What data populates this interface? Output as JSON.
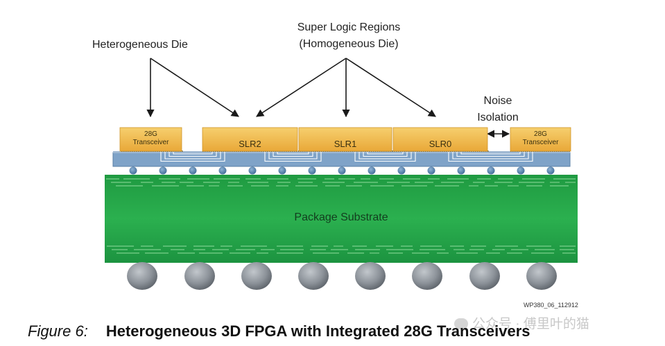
{
  "labels": {
    "heterogeneous_die": "Heterogeneous Die",
    "slr_line1": "Super Logic Regions",
    "slr_line2": "(Homogeneous Die)",
    "noise_line1": "Noise",
    "noise_line2": "Isolation"
  },
  "dies": {
    "transceiver_left_line1": "28G",
    "transceiver_left_line2": "Transceiver",
    "slr2": "SLR2",
    "slr1": "SLR1",
    "slr0": "SLR0",
    "transceiver_right_line1": "28G",
    "transceiver_right_line2": "Transceiver"
  },
  "substrate_label": "Package Substrate",
  "part_code": "WP380_06_112912",
  "caption": {
    "figure": "Figure 6:",
    "title": "Heterogeneous 3D FPGA with Integrated 28G Transceivers"
  },
  "watermark": "公众号 · 傅里叶的猫",
  "colors": {
    "die": "#f0b642",
    "die_top": "#f6cf6e",
    "interposer": "#7fa3c8",
    "substrate": "#23a447",
    "substrate_dark": "#178838",
    "ball": "#8c9299"
  }
}
